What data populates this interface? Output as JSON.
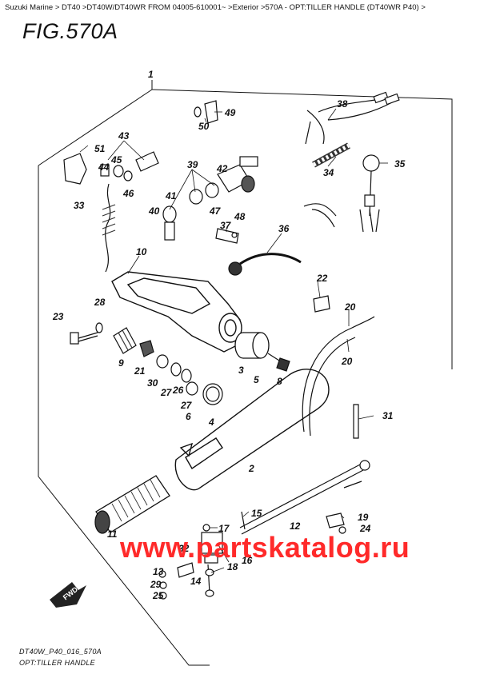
{
  "breadcrumb": "Suzuki Marine > DT40 >DT40W/DT40WR FROM 04005-610001~ >Exterior >570A - OPT:TILLER HANDLE (DT40WR P40) >",
  "figure_title": "FIG.570A",
  "footer": {
    "code": "DT40W_P40_016_570A",
    "caption": "OPT:TILLER HANDLE"
  },
  "watermark": "www.partskatalog.ru",
  "fwd_label": "FWD",
  "callouts": {
    "c1": "1",
    "c2": "2",
    "c3": "3",
    "c4": "4",
    "c5": "5",
    "c6": "6",
    "c8": "8",
    "c9": "9",
    "c10": "10",
    "c11": "11",
    "c12": "12",
    "c13": "13",
    "c14": "14",
    "c15": "15",
    "c16": "16",
    "c17": "17",
    "c18": "18",
    "c19": "19",
    "c20a": "20",
    "c20b": "20",
    "c21": "21",
    "c22": "22",
    "c23": "23",
    "c24": "24",
    "c25": "25",
    "c26": "26",
    "c27a": "27",
    "c27b": "27",
    "c28": "28",
    "c29": "29",
    "c30": "30",
    "c31": "31",
    "c32": "32",
    "c33": "33",
    "c34": "34",
    "c35": "35",
    "c36": "36",
    "c37": "37",
    "c38": "38",
    "c39": "39",
    "c40": "40",
    "c41": "41",
    "c42": "42",
    "c43": "43",
    "c44": "44",
    "c45": "45",
    "c46": "46",
    "c47": "47",
    "c48": "48",
    "c49": "49",
    "c50": "50",
    "c51": "51"
  }
}
